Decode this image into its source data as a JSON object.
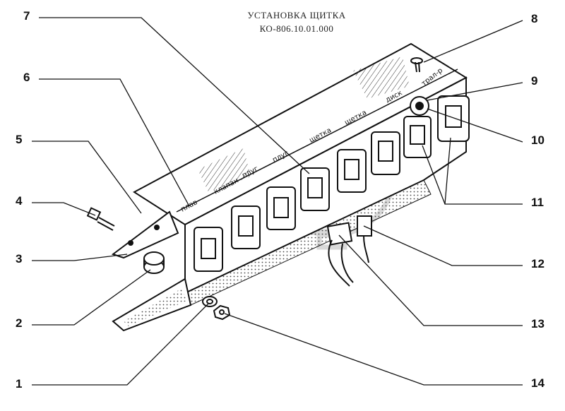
{
  "title": {
    "line1": "УСТАНОВКА ЩИТКА",
    "line2": "КО-806.10.01.000"
  },
  "callouts": [
    "1",
    "2",
    "3",
    "4",
    "5",
    "6",
    "7",
    "8",
    "9",
    "10",
    "11",
    "12",
    "13",
    "14"
  ],
  "panel_labels": [
    "плав",
    "клапан",
    "плуг",
    "плуг",
    "щетка",
    "щетка",
    "диск",
    "трал-р"
  ]
}
